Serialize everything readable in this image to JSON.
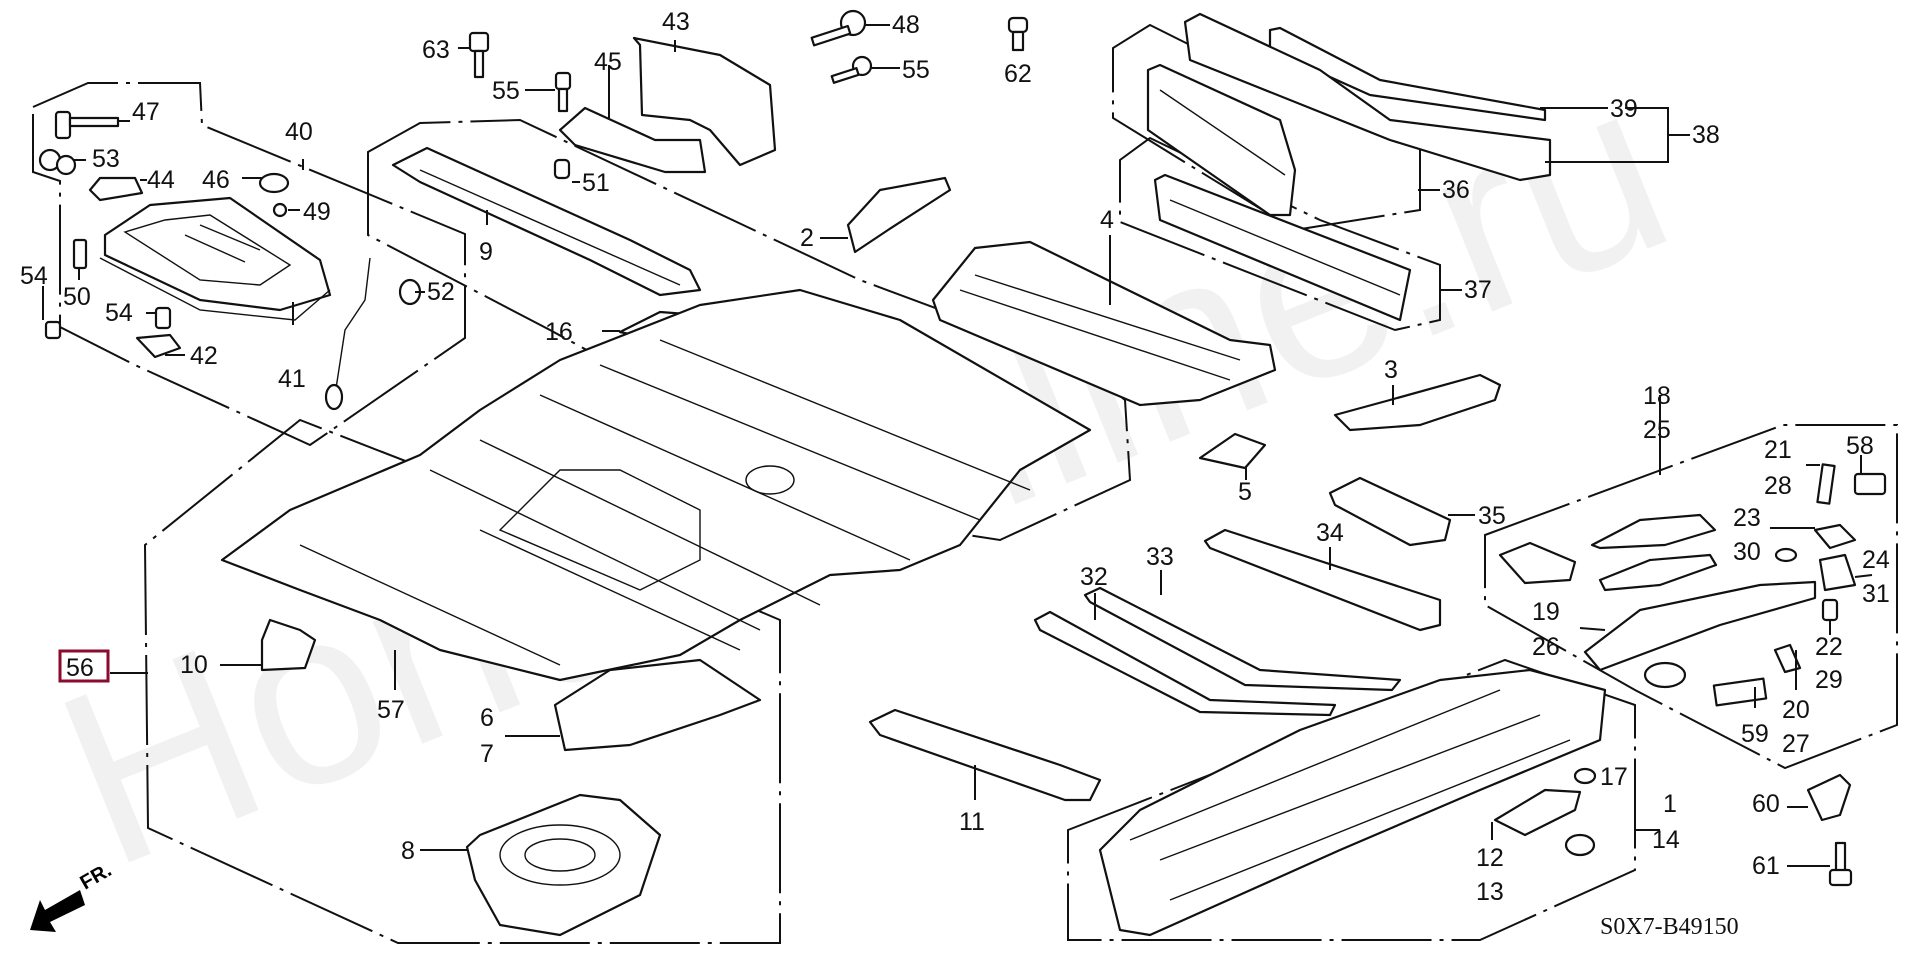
{
  "diagram": {
    "title": "Floor Panel / Frame exploded parts diagram",
    "code": "S0X7-B49150",
    "watermark": "Hondaonline.ru",
    "direction_indicator": "FR.",
    "highlight_color": "#8b0a2e",
    "highlighted_part": "56"
  },
  "callouts": {
    "p1": "1",
    "p2": "2",
    "p3": "3",
    "p4": "4",
    "p5": "5",
    "p6": "6",
    "p7": "7",
    "p8": "8",
    "p9": "9",
    "p10": "10",
    "p11": "11",
    "p12": "12",
    "p13": "13",
    "p14": "14",
    "p16": "16",
    "p17": "17",
    "p18": "18",
    "p19": "19",
    "p20": "20",
    "p21": "21",
    "p22": "22",
    "p23": "23",
    "p24": "24",
    "p25": "25",
    "p26": "26",
    "p27": "27",
    "p28": "28",
    "p29": "29",
    "p30": "30",
    "p31": "31",
    "p32": "32",
    "p33": "33",
    "p34": "34",
    "p35": "35",
    "p36": "36",
    "p37": "37",
    "p38": "38",
    "p39": "39",
    "p40": "40",
    "p41": "41",
    "p42": "42",
    "p43": "43",
    "p44": "44",
    "p45": "45",
    "p46": "46",
    "p47": "47",
    "p48": "48",
    "p49": "49",
    "p50": "50",
    "p51": "51",
    "p52": "52",
    "p53": "53",
    "p54a": "54",
    "p54b": "54",
    "p55a": "55",
    "p55b": "55",
    "p56": "56",
    "p57": "57",
    "p58": "58",
    "p59": "59",
    "p60": "60",
    "p61": "61",
    "p62": "62",
    "p63": "63"
  }
}
